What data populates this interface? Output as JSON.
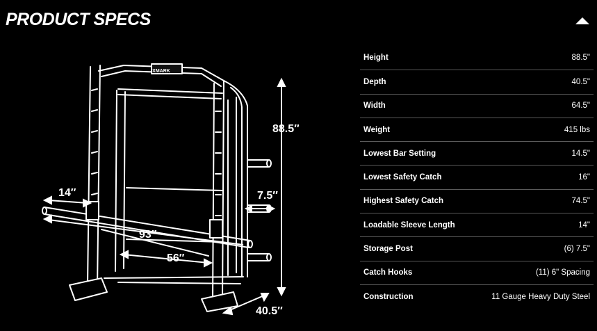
{
  "header": {
    "title": "PRODUCT SPECS",
    "collapse_icon": "chevron-up-icon"
  },
  "diagram": {
    "brand_text": "XMARK",
    "dimensions": {
      "height": "88.5″",
      "width_left": "14″",
      "bar_length": "93″",
      "inner_width": "56″",
      "storage_post": "7.5″",
      "depth": "40.5″"
    }
  },
  "specs": [
    {
      "label": "Height",
      "value": "88.5\""
    },
    {
      "label": "Depth",
      "value": "40.5\""
    },
    {
      "label": "Width",
      "value": "64.5\""
    },
    {
      "label": "Weight",
      "value": "415 lbs"
    },
    {
      "label": "Lowest Bar Setting",
      "value": "14.5\""
    },
    {
      "label": "Lowest Safety Catch",
      "value": "16\""
    },
    {
      "label": "Highest Safety Catch",
      "value": "74.5\""
    },
    {
      "label": "Loadable Sleeve Length",
      "value": "14\""
    },
    {
      "label": "Storage Post",
      "value": "(6) 7.5\""
    },
    {
      "label": "Catch Hooks",
      "value": "(11) 6\" Spacing"
    },
    {
      "label": "Construction",
      "value": "11 Gauge Heavy Duty Steel"
    }
  ],
  "colors": {
    "background": "#000000",
    "text": "#ffffff",
    "divider": "#5a5a5a"
  }
}
